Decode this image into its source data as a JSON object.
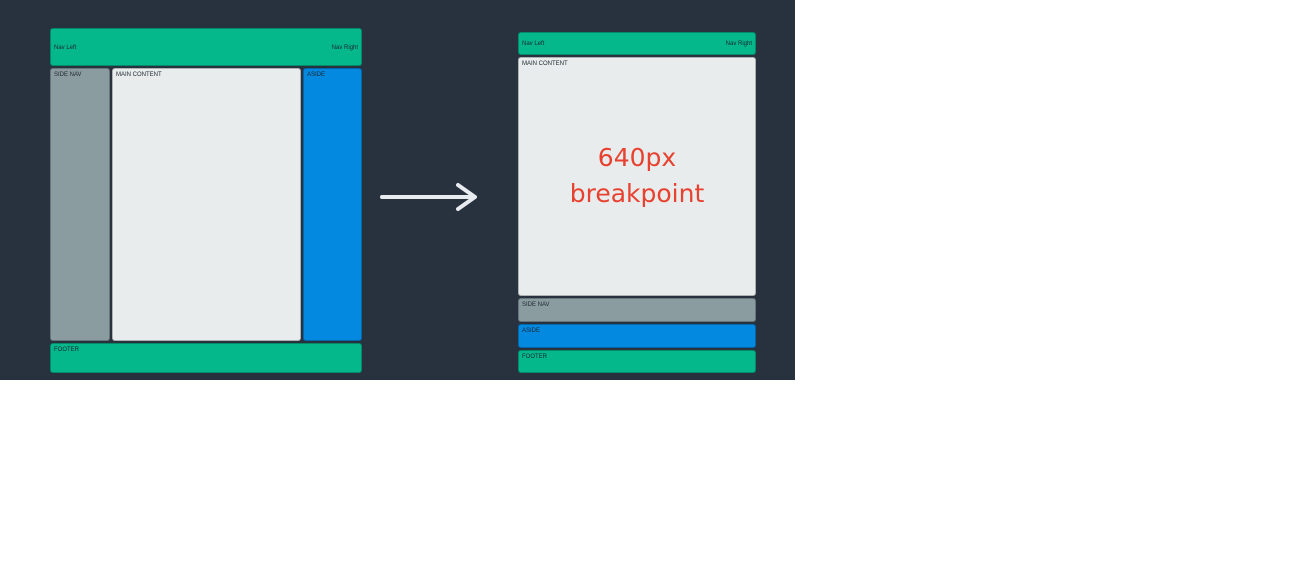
{
  "colors": {
    "background": "#28323f",
    "nav": "#04b88c",
    "side_nav": "#8b9ca0",
    "main": "#e8ecec",
    "aside": "#0489e0",
    "footer": "#04b88c",
    "arrow": "#e8ecf0",
    "breakpoint_text": "#e8412f"
  },
  "desktop": {
    "nav_left": "Nav Left",
    "nav_right": "Nav Right",
    "side_nav": "SIDE NAV",
    "main_content": "MAIN CONTENT",
    "aside": "ASIDE",
    "footer": "FOOTER"
  },
  "arrow": {
    "icon": "right-arrow-icon"
  },
  "mobile": {
    "nav_left": "Nav Left",
    "nav_right": "Nav Right",
    "main_content": "MAIN CONTENT",
    "breakpoint_line1": "640px",
    "breakpoint_line2": "breakpoint",
    "side_nav": "SIDE NAV",
    "aside": "ASIDE",
    "footer": "FOOTER"
  }
}
